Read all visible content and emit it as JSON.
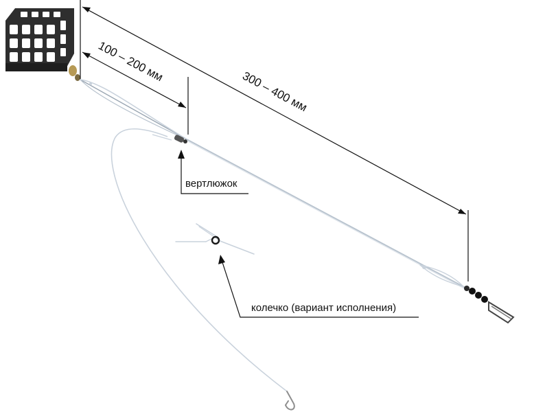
{
  "diagram": {
    "dimension_short": "100 – 200 мм",
    "dimension_long": "300 – 400 мм",
    "label_swivel": "вертлюжок",
    "label_ring": "колечко (вариант исполнения)"
  },
  "colors": {
    "line": "#c9d2dc",
    "line_dark": "#9aa6b2",
    "ink": "#111111",
    "feeder": "#3a3a3a"
  }
}
